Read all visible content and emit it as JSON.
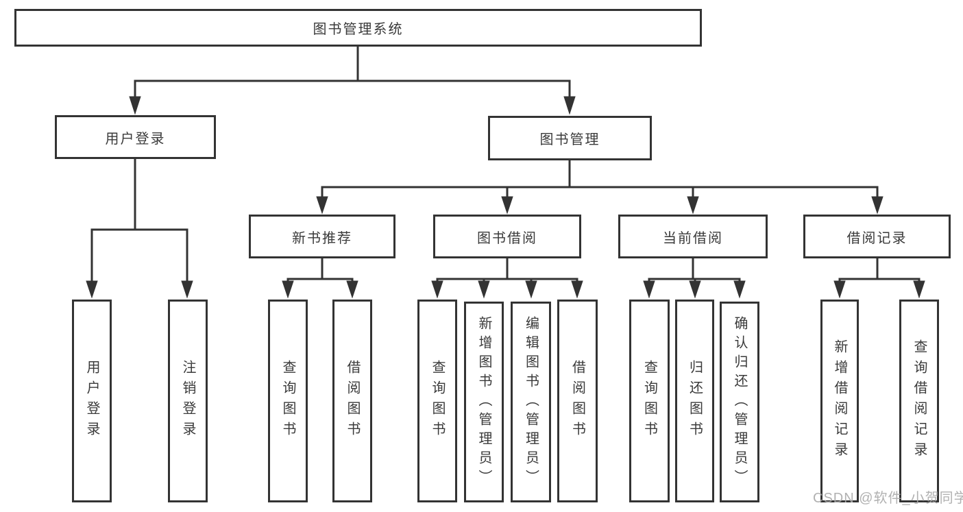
{
  "diagram": {
    "title": "图书管理系统",
    "nodes": {
      "root": {
        "label": "图书管理系统"
      },
      "level2": [
        {
          "label": "用户登录"
        },
        {
          "label": "图书管理"
        }
      ],
      "level3": [
        {
          "label": "新书推荐"
        },
        {
          "label": "图书借阅"
        },
        {
          "label": "当前借阅"
        },
        {
          "label": "借阅记录"
        }
      ],
      "leaves": [
        {
          "label": "用户登录"
        },
        {
          "label": "注销登录"
        },
        {
          "label": "查询图书"
        },
        {
          "label": "借阅图书"
        },
        {
          "label": "查询图书"
        },
        {
          "label": "新增图书（管理员）"
        },
        {
          "label": "编辑图书（管理员）"
        },
        {
          "label": "借阅图书"
        },
        {
          "label": "查询图书"
        },
        {
          "label": "归还图书"
        },
        {
          "label": "确认归还（管理员）"
        },
        {
          "label": "新增借阅记录"
        },
        {
          "label": "查询借阅记录"
        }
      ]
    },
    "colors": {
      "line": "#333333",
      "text": "#3a3a3a",
      "background": "#ffffff",
      "watermark": "#a8a8a8"
    }
  },
  "watermark": {
    "text": "CSDN @软件_小贺同学"
  }
}
